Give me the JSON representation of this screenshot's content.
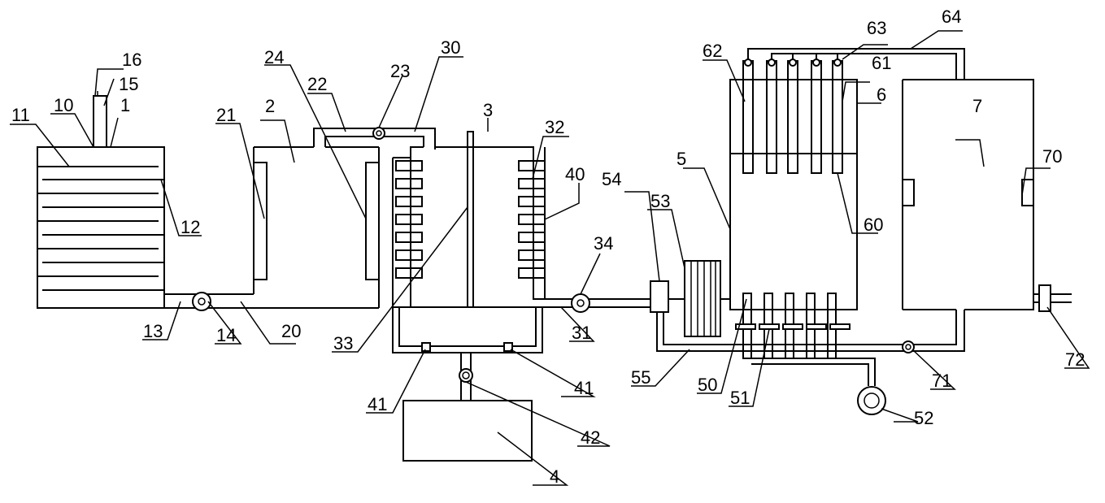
{
  "labels": {
    "l1": "1",
    "l2": "2",
    "l3": "3",
    "l4": "4",
    "l5": "5",
    "l6": "6",
    "l7": "7",
    "l10": "10",
    "l11": "11",
    "l12": "12",
    "l13": "13",
    "l14": "14",
    "l15": "15",
    "l16": "16",
    "l20": "20",
    "l21": "21",
    "l22": "22",
    "l23": "23",
    "l24": "24",
    "l30": "30",
    "l31": "31",
    "l32": "32",
    "l33": "33",
    "l34": "34",
    "l40": "40",
    "l41a": "41",
    "l41b": "41",
    "l42": "42",
    "l50": "50",
    "l51": "51",
    "l52": "52",
    "l53": "53",
    "l54": "54",
    "l55": "55",
    "l60": "60",
    "l61": "61",
    "l62": "62",
    "l63": "63",
    "l64": "64",
    "l70": "70",
    "l71": "71",
    "l72": "72"
  }
}
